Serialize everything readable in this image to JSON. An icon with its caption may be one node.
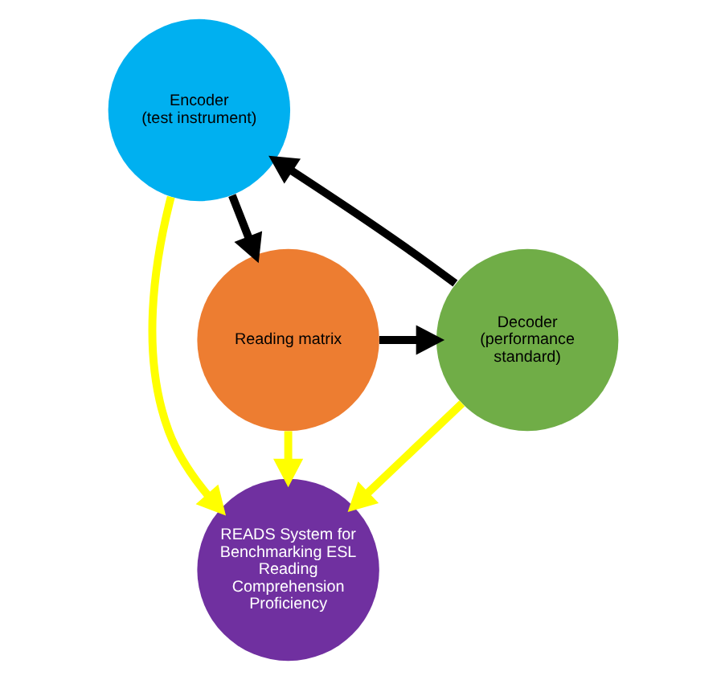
{
  "diagram": {
    "nodes": [
      {
        "text": [
          "Encoder",
          "(test instrument)"
        ]
      },
      {
        "text": [
          "READS System for Benchmarking ESL Reading Comprehension Proficiency"
        ]
      },
      {
        "text": [
          "Decoder",
          "(performance standard)"
        ]
      },
      {
        "text": [
          "Reading matrix"
        ]
      }
    ],
    "edges": [
      {
        "from": 0,
        "to": 3,
        "arrow": "to"
      },
      {
        "from": 3,
        "to": 2,
        "arrow": "to"
      },
      {
        "from": 2,
        "to": 0,
        "arrow": "to"
      },
      {
        "from": 0,
        "to": 1,
        "arrow": "to",
        "color": "#ffff00"
      },
      {
        "from": 3,
        "to": 1,
        "arrow": "to",
        "color": "#ffff00"
      },
      {
        "from": 2,
        "to": 1,
        "arrow": "to",
        "color": "#ffff00"
      }
    ]
  }
}
